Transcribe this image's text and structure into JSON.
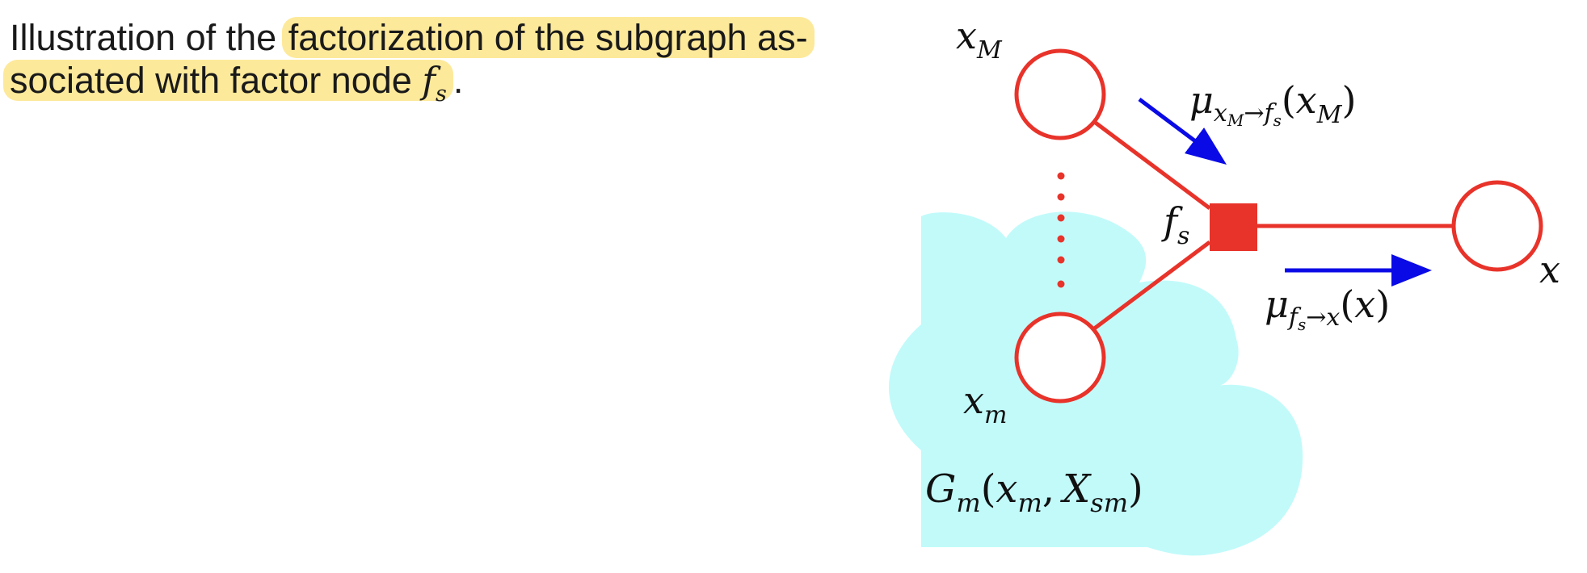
{
  "caption": {
    "text_plain": "Illustration of the ",
    "text_highlight_1": "factorization of the subgraph as-",
    "text_highlight_2": "sociated with factor node ",
    "math_f": "f",
    "math_s": "s",
    "period": "."
  },
  "diagram": {
    "node_xM": {
      "var": "x",
      "sub": "M"
    },
    "node_xm": {
      "var": "x",
      "sub": "m"
    },
    "node_x": {
      "var": "x"
    },
    "factor": {
      "var": "f",
      "sub": "s"
    },
    "msg_in": {
      "mu": "μ",
      "sub_var": "x",
      "sub_var_sub": "M",
      "arrow": "→",
      "sub_f": "f",
      "sub_f_sub": "s",
      "arg_open": "(",
      "arg_var": "x",
      "arg_sub": "M",
      "arg_close": ")"
    },
    "msg_out": {
      "mu": "μ",
      "sub_f": "f",
      "sub_f_sub": "s",
      "arrow": "→",
      "sub_target": "x",
      "arg_open": "(",
      "arg_var": "x",
      "arg_close": ")"
    },
    "subgraph": {
      "G": "G",
      "G_sub": "m",
      "open": "(",
      "arg1": "x",
      "arg1_sub": "m",
      "comma": ",",
      "arg2": "X",
      "arg2_sub": "sm",
      "close": ")"
    }
  },
  "colors": {
    "node_stroke": "#e8332a",
    "factor_fill": "#e8332a",
    "arrow": "#0a0ae6",
    "cloud": "#c2fafa",
    "highlight": "#fde99a"
  }
}
